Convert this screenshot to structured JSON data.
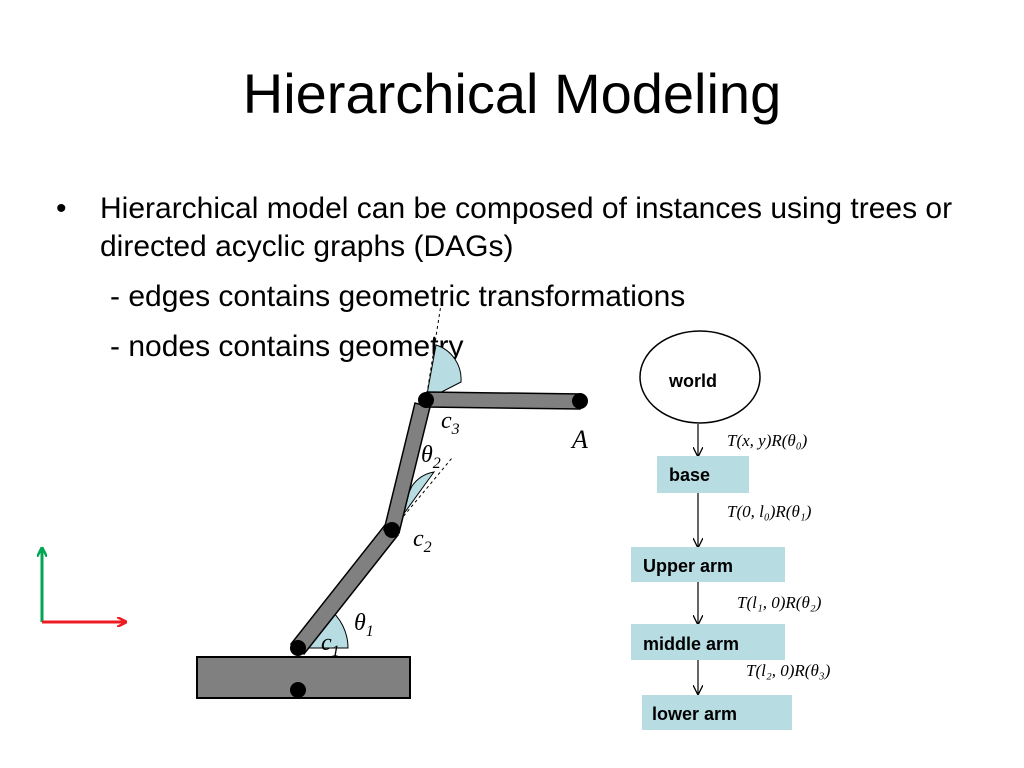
{
  "slide": {
    "title": "Hierarchical Modeling",
    "bullet_symbol": "•",
    "bullet": "Hierarchical model can be composed of instances using trees or directed acyclic graphs (DAGs)",
    "sub1": "- edges contains geometric transformations",
    "sub2": "- nodes contains geometry"
  },
  "arm": {
    "point_a": "A",
    "c1": "c",
    "c1_sub": "1",
    "c2": "c",
    "c2_sub": "2",
    "c3": "c",
    "c3_sub": "3",
    "theta1": "θ",
    "theta1_sub": "1",
    "theta2": "θ",
    "theta2_sub": "2"
  },
  "tree": {
    "world": "world",
    "base": "base",
    "upper": "Upper arm",
    "middle": "middle arm",
    "lower": "lower arm",
    "edge1": "T(x, y)R(θ₀)",
    "edge2": "T(0, l₀)R(θ₁)",
    "edge3": "T(l₁, 0)R(θ₂)",
    "edge4": "T(l₂, 0)R(θ₃)"
  },
  "colors": {
    "node_fill": "#b7dde3",
    "arm_fill": "#808080",
    "angle_fill": "#b7dde3",
    "axis_y": "#00a651",
    "axis_x": "#ed1c24"
  }
}
